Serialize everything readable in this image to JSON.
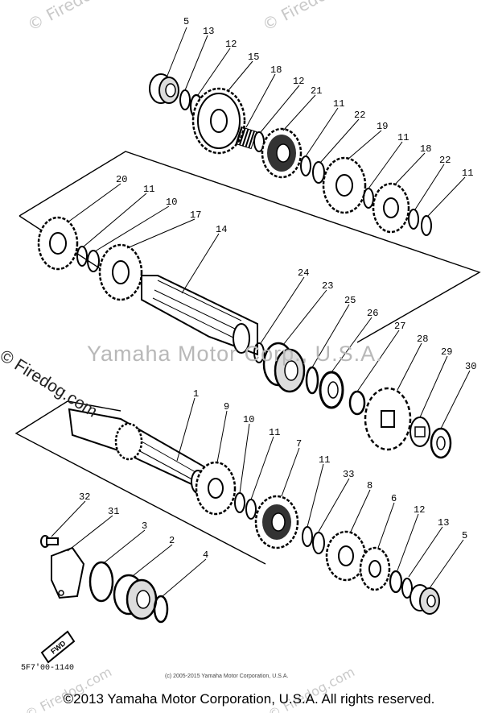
{
  "watermarks": {
    "corner": "© Firedog.com",
    "side": "© Firedog.com",
    "center": "Yamaha Motor Corp., U.S.A."
  },
  "figure_code": "5F7'00-1140",
  "small_copyright": "(c) 2005-2015 Yamaha Motor Corporation, U.S.A.",
  "footer": "©2013 Yamaha Motor Corporation, U.S.A. All rights reserved.",
  "fwd_label": "FWD",
  "labels": {
    "l5a": "5",
    "l13a": "13",
    "l12a": "12",
    "l15": "15",
    "l18a": "18",
    "l12b": "12",
    "l21": "21",
    "l11a": "11",
    "l22a": "22",
    "l19": "19",
    "l11b": "11",
    "l18b": "18",
    "l22b": "22",
    "l11c": "11",
    "l20": "20",
    "l11d": "11",
    "l10a": "10",
    "l17": "17",
    "l14": "14",
    "l24": "24",
    "l23": "23",
    "l25": "25",
    "l26": "26",
    "l27": "27",
    "l28": "28",
    "l29": "29",
    "l30": "30",
    "l1": "1",
    "l9": "9",
    "l10b": "10",
    "l11e": "11",
    "l7": "7",
    "l11f": "11",
    "l33": "33",
    "l8": "8",
    "l6": "6",
    "l12c": "12",
    "l13b": "13",
    "l5b": "5",
    "l32": "32",
    "l31": "31",
    "l3": "3",
    "l2": "2",
    "l4": "4"
  }
}
